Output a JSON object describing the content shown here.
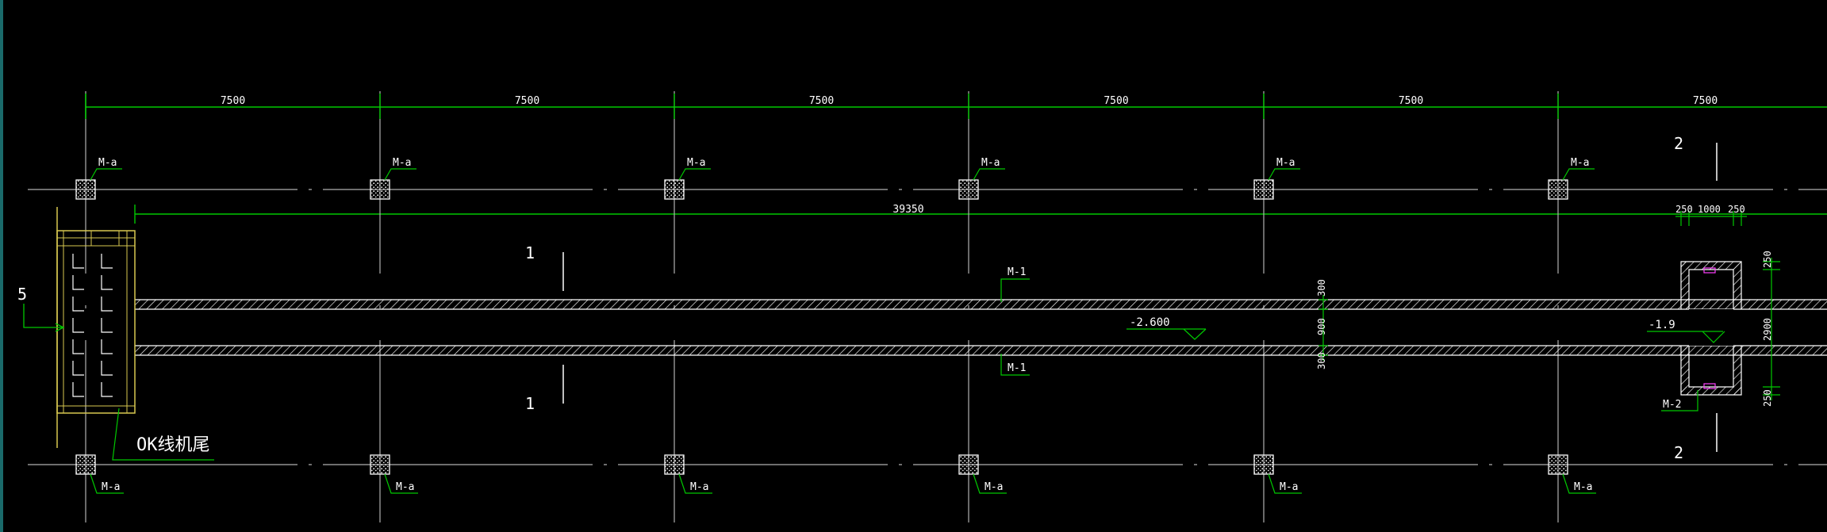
{
  "drawing": {
    "colors": {
      "background": "#000000",
      "dimension": "#00c800",
      "axis": "#c0c0c0",
      "wall": "#ffffff",
      "equipment": "#d8c850",
      "text": "#ffffff",
      "marker": "#ff40ff"
    },
    "bay_dims": [
      "7500",
      "7500",
      "7500",
      "7500",
      "7500",
      "7500"
    ],
    "total_dim": "39350",
    "column_tag": "M-a",
    "section_marks": {
      "left": "1",
      "right": "2",
      "side": "5"
    },
    "trench": {
      "label_top": "M-1",
      "label_bottom": "M-1",
      "elevation": "-2.600",
      "dims_vertical": [
        "300",
        "900",
        "300"
      ]
    },
    "pit": {
      "label": "M-2",
      "elevation": "-1.9",
      "dims_top": [
        "250",
        "1000",
        "250"
      ],
      "dims_side": [
        "250",
        "2900",
        "250"
      ]
    },
    "equipment_label": "OK线机尾"
  }
}
